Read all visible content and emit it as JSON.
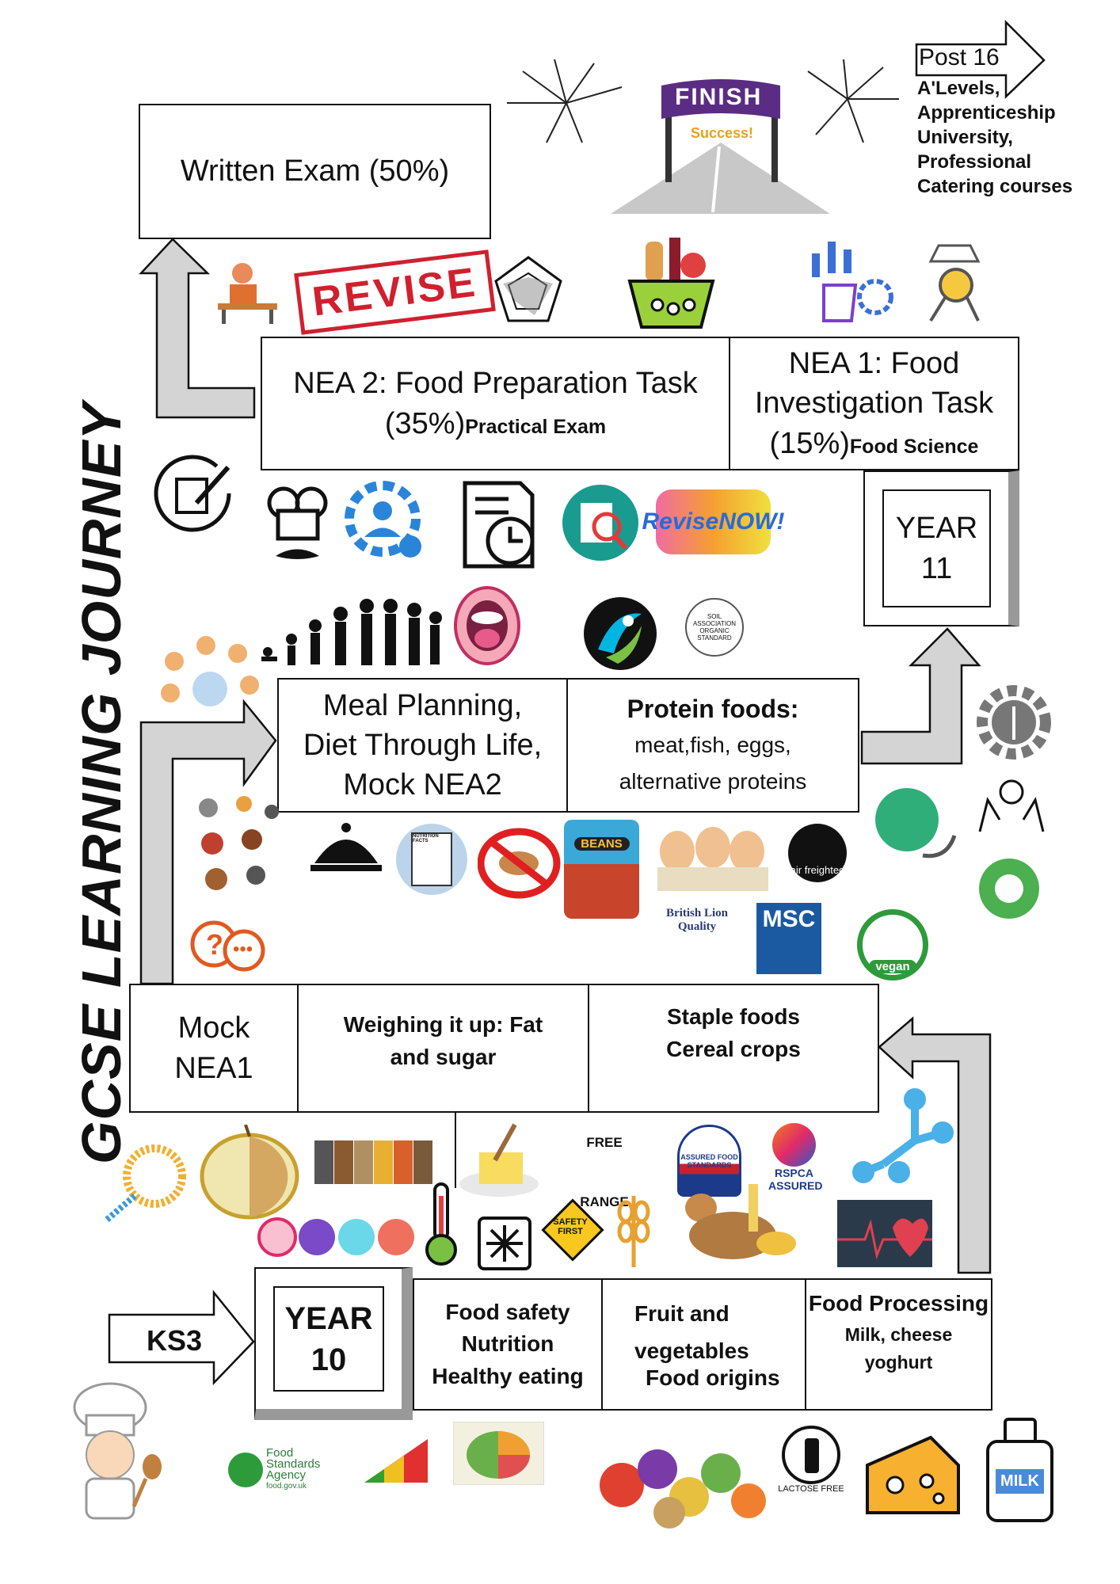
{
  "title": "GCSE LEARNING JOURNEY",
  "post16": {
    "arrow_label": "Post 16",
    "lines": [
      "A'Levels,",
      "Apprenticeship",
      "University, Professional",
      "Catering courses"
    ]
  },
  "finish": {
    "banner": "FINISH",
    "sub": "Success!"
  },
  "written_exam": "Written Exam (50%)",
  "revise_stamp": "REVISE",
  "nea2": {
    "title": "NEA 2: Food Preparation Task",
    "percent": "(35%)",
    "note": "Practical Exam"
  },
  "nea1": {
    "line1": "NEA 1: Food",
    "line2": "Investigation Task",
    "percent": "(15%)",
    "note": "Food Science"
  },
  "year11": {
    "line1": "YEAR",
    "line2": "11"
  },
  "revisenow": "ReviseNOW!",
  "meal": {
    "lines": [
      "Meal Planning,",
      "Diet Through Life,",
      "Mock NEA2"
    ]
  },
  "protein": {
    "title": "Protein foods:",
    "lines": [
      "meat,fish, eggs,",
      "alternative proteins"
    ]
  },
  "logos": {
    "beans": "BEANS",
    "msc": "MSC",
    "air": "air freighted",
    "vegan": "vegan",
    "british_lion": "British Lion Quality",
    "nutrition": "NUTRITION FACTS",
    "free_range": "FREE RANGE",
    "assured": "ASSURED FOOD STANDARDS",
    "rspca": "RSPCA ASSURED",
    "safety": "SAFETY FIRST",
    "fsa": "Food Standards Agency",
    "fsa_url": "food.gov.uk",
    "lactose": "LACTOSE FREE",
    "milk": "MILK",
    "soil": "SOIL ASSOCIATION ORGANIC STANDARD"
  },
  "mock_nea1": {
    "line1": "Mock",
    "line2": "NEA1"
  },
  "weighing": {
    "line1": "Weighing it up: Fat",
    "line2": "and sugar"
  },
  "staple": {
    "line1": "Staple foods",
    "line2": "Cereal crops"
  },
  "ks3": "KS3",
  "year10": {
    "line1": "YEAR",
    "line2": "10"
  },
  "food_safety": {
    "lines": [
      "Food safety",
      "Nutrition",
      "Healthy eating"
    ]
  },
  "fruit": {
    "line1": "Fruit and",
    "line2": "vegetables",
    "line3": "Food origins"
  },
  "processing": {
    "title": "Food Processing",
    "line1": "Milk, cheese",
    "line2": "yoghurt"
  },
  "colors": {
    "arrow_fill": "#d4d4d4",
    "finish_purple": "#5b2c83",
    "revise_red": "#d0202e",
    "accent_green": "#2e9b3b",
    "msc_blue": "#1b5aa0"
  }
}
